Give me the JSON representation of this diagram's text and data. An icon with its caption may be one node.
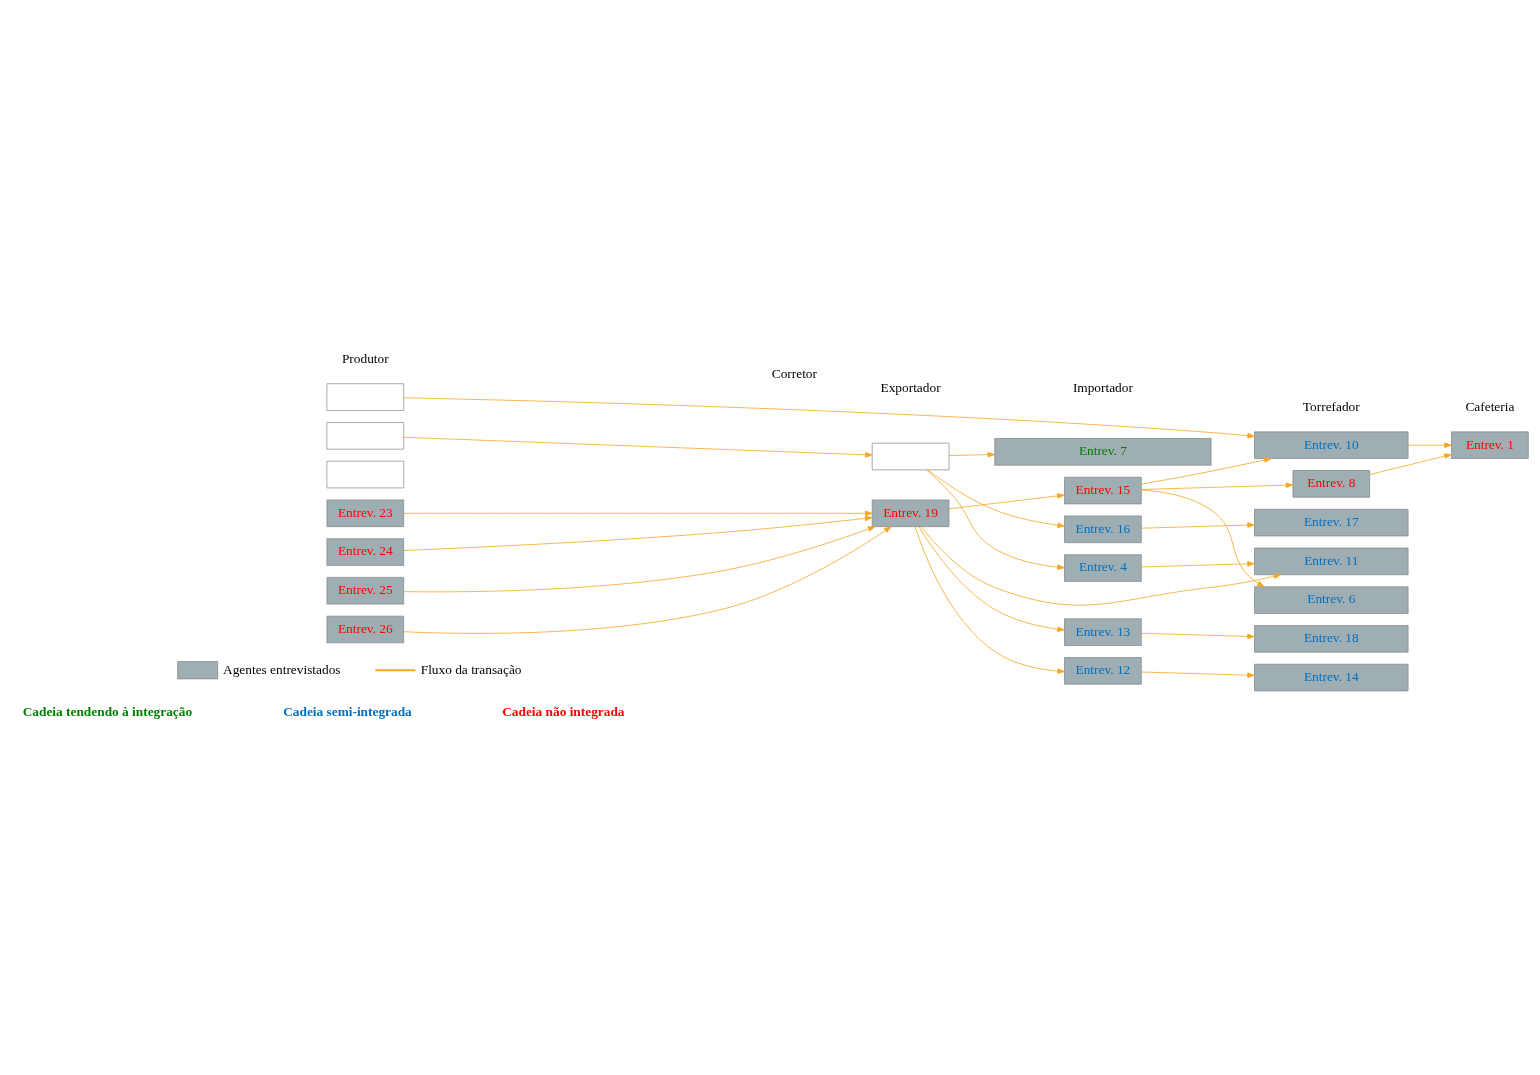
{
  "diagram": {
    "nodes": [
      {
        "text": [],
        "shape": "box"
      },
      {
        "text": [],
        "shape": "box"
      },
      {
        "text": [],
        "shape": "box"
      },
      {
        "text": [
          "Entrev. 23"
        ]
      },
      {
        "text": [
          "Entrev. 24"
        ]
      },
      {
        "text": [
          "Entrev. 25"
        ]
      },
      {
        "text": [
          "Entrev. 26"
        ]
      },
      {
        "text": [],
        "shape": "box"
      },
      {
        "text": [
          "Entrev. 19"
        ]
      },
      {
        "text": [
          "Entrev. 15"
        ]
      },
      {
        "text": [
          "Entrev. 16"
        ]
      },
      {
        "text": [
          "Entrev. 4"
        ]
      },
      {
        "text": [
          "Entrev. 13"
        ]
      },
      {
        "text": [
          "Entrev. 12"
        ]
      },
      {
        "text": [
          "Entrev. 10"
        ]
      },
      {
        "text": [
          "Entrev. 8"
        ]
      },
      {
        "text": [
          "Entrev. 1"
        ]
      },
      {
        "text": [
          "Entrev. 17"
        ]
      },
      {
        "text": [
          "Entrev. 11"
        ]
      },
      {
        "text": [
          "Entrev. 6"
        ]
      },
      {
        "text": [
          "Entrev. 18"
        ]
      },
      {
        "text": [
          "Entrev. 14"
        ]
      },
      {
        "text": [
          "Entrev. 7"
        ]
      }
    ],
    "edges": [
      {
        "from": 0,
        "to": 14,
        "arrow": "to"
      },
      {
        "from": 1,
        "to": 7,
        "arrow": "to"
      },
      {
        "from": 3,
        "to": 8,
        "arrow": "to"
      },
      {
        "from": 4,
        "to": 8,
        "arrow": "to"
      },
      {
        "from": 5,
        "to": 8,
        "arrow": "to"
      },
      {
        "from": 6,
        "to": 8,
        "arrow": "to"
      },
      {
        "from": 7,
        "to": 10,
        "arrow": "to"
      },
      {
        "from": 7,
        "to": 11,
        "arrow": "to"
      },
      {
        "from": 7,
        "to": 22,
        "arrow": "to"
      },
      {
        "from": 8,
        "to": 9,
        "arrow": "to"
      },
      {
        "from": 8,
        "to": 18,
        "arrow": "to"
      },
      {
        "from": 8,
        "to": 12,
        "arrow": "to"
      },
      {
        "from": 8,
        "to": 13,
        "arrow": "to"
      },
      {
        "from": 9,
        "to": 15,
        "arrow": "to"
      },
      {
        "from": 9,
        "to": 14,
        "arrow": "to"
      },
      {
        "from": 9,
        "to": 19,
        "arrow": "to"
      },
      {
        "from": 10,
        "to": 17,
        "arrow": "to"
      },
      {
        "from": 11,
        "to": 18,
        "arrow": "to"
      },
      {
        "from": 12,
        "to": 20,
        "arrow": "to"
      },
      {
        "from": 13,
        "to": 21,
        "arrow": "to"
      },
      {
        "from": 15,
        "to": 16,
        "arrow": "to"
      },
      {
        "from": 14,
        "to": 16,
        "arrow": "to"
      }
    ],
    "labels": [
      "Produtor",
      "Corretor",
      "Exportador",
      "Importador",
      "Torrefador",
      "Cafeteria",
      "Cadeia tendendo à integração",
      "Cadeia semi-integrada",
      "Cadeia não integrada"
    ],
    "legend": [
      {
        "text": "Agentes entrevistados",
        "color": "#9eaeb3"
      },
      {
        "text": "Fluxo da transação"
      }
    ]
  }
}
